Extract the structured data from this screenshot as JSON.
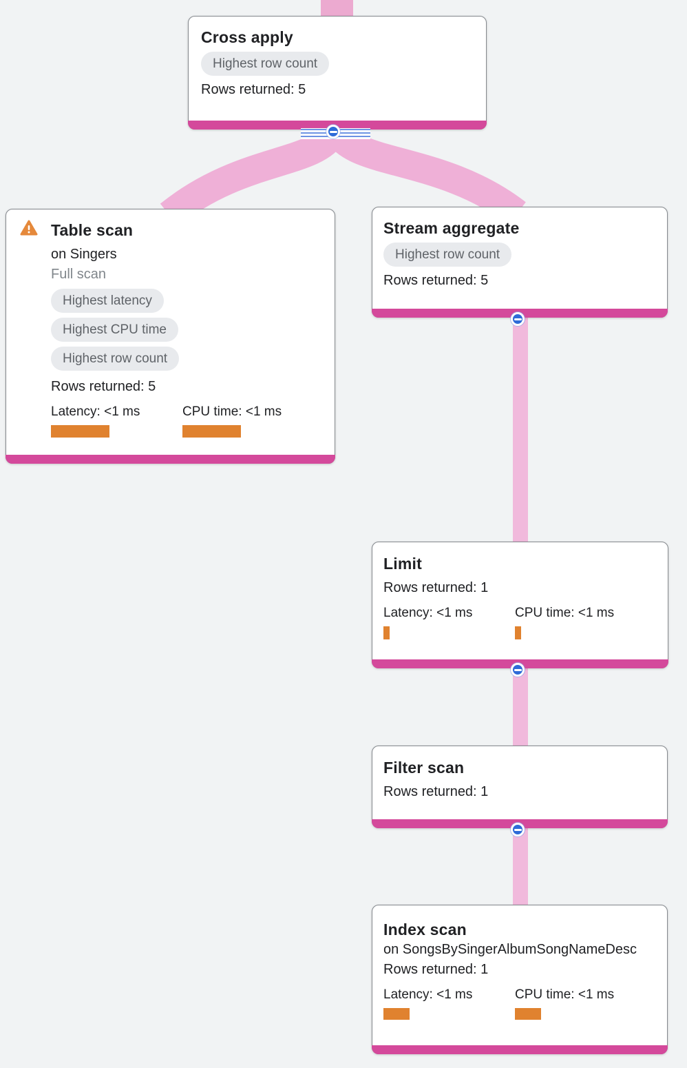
{
  "diagram": {
    "type": "query-execution-plan-tree",
    "nodes": {
      "cross_apply": {
        "title": "Cross apply",
        "badge": "Highest row count",
        "rows": "Rows returned: 5"
      },
      "table_scan": {
        "title": "Table scan",
        "subtitle": "on Singers",
        "scan_type": "Full scan",
        "warning_icon": "full-scan-warning",
        "badges": [
          "Highest latency",
          "Highest CPU time",
          "Highest row count"
        ],
        "rows": "Rows returned: 5",
        "latency_label": "Latency: <1 ms",
        "cpu_label": "CPU time: <1 ms"
      },
      "stream_aggregate": {
        "title": "Stream aggregate",
        "badge": "Highest row count",
        "rows": "Rows returned: 5"
      },
      "limit": {
        "title": "Limit",
        "rows": "Rows returned: 1",
        "latency_label": "Latency: <1 ms",
        "cpu_label": "CPU time: <1 ms"
      },
      "filter_scan": {
        "title": "Filter scan",
        "rows": "Rows returned: 1"
      },
      "index_scan": {
        "title": "Index scan",
        "subtitle": "on SongsBySingerAlbumSongNameDesc",
        "rows": "Rows returned: 1",
        "latency_label": "Latency: <1 ms",
        "cpu_label": "CPU time: <1 ms"
      }
    },
    "edges": [
      {
        "from": "parent-offscreen",
        "to": "cross_apply",
        "rows": 5
      },
      {
        "from": "cross_apply",
        "to": "table_scan",
        "rows": 5
      },
      {
        "from": "cross_apply",
        "to": "stream_aggregate",
        "rows": 5
      },
      {
        "from": "stream_aggregate",
        "to": "limit",
        "rows": 1
      },
      {
        "from": "limit",
        "to": "filter_scan",
        "rows": 1
      },
      {
        "from": "filter_scan",
        "to": "index_scan",
        "rows": 1
      }
    ],
    "collapse_buttons": [
      "cross_apply",
      "stream_aggregate",
      "limit",
      "filter_scan"
    ]
  },
  "colors": {
    "background": "#f1f3f4",
    "card_border": "#85898e",
    "node_footer_magenta": "#d4499b",
    "edge_pink_top": "#ecaad0",
    "edge_pink_curve": "#efb0d7",
    "edge_pink_thin": "#f1b9dc",
    "badge_bg": "#e8eaed",
    "badge_text": "#5f6368",
    "bar_orange": "#e0822f",
    "collapse_blue": "#2e6bd8",
    "warning_orange": "#e5893b",
    "title_text": "#202124",
    "muted_text": "#80868b"
  }
}
